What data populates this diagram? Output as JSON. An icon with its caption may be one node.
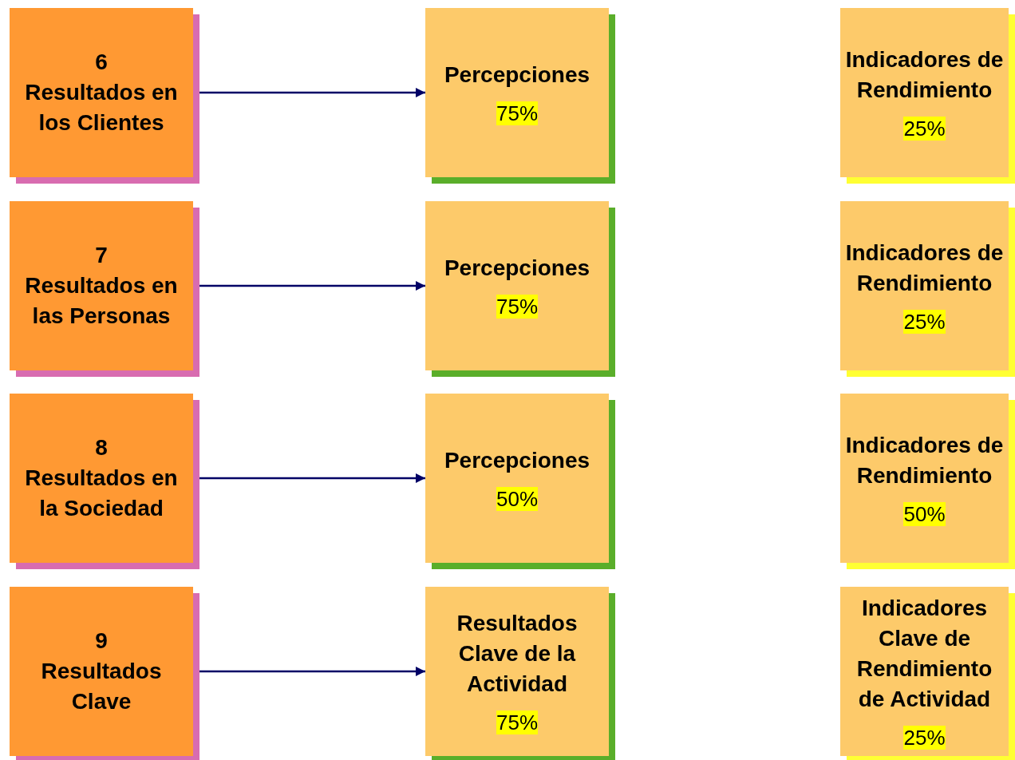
{
  "diagram": {
    "nodes": [
      {
        "text": [
          "6",
          "Resultados en los Clientes"
        ]
      },
      {
        "text": [
          "Percepciones",
          "75%"
        ]
      },
      {
        "text": [
          "Indicadores de Rendimiento",
          "25%"
        ]
      },
      {
        "text": [
          "7",
          "Resultados en las Personas"
        ]
      },
      {
        "text": [
          "Percepciones",
          "75%"
        ]
      },
      {
        "text": [
          "Indicadores de Rendimiento",
          "25%"
        ]
      },
      {
        "text": [
          "8",
          "Resultados en la Sociedad"
        ]
      },
      {
        "text": [
          "Percepciones",
          "50%"
        ]
      },
      {
        "text": [
          "Indicadores de Rendimiento",
          "50%"
        ]
      },
      {
        "text": [
          "9",
          "Resultados Clave"
        ]
      },
      {
        "text": [
          "Resultados Clave de la Actividad",
          "75%"
        ]
      },
      {
        "text": [
          "Indicadores Clave de Rendimiento de Actividad",
          "25%"
        ]
      }
    ],
    "edges": [
      {
        "from": 0,
        "to": 1,
        "arrow": "to"
      },
      {
        "from": 3,
        "to": 4,
        "arrow": "to"
      },
      {
        "from": 6,
        "to": 7,
        "arrow": "to"
      },
      {
        "from": 9,
        "to": 10,
        "arrow": "to"
      }
    ]
  }
}
